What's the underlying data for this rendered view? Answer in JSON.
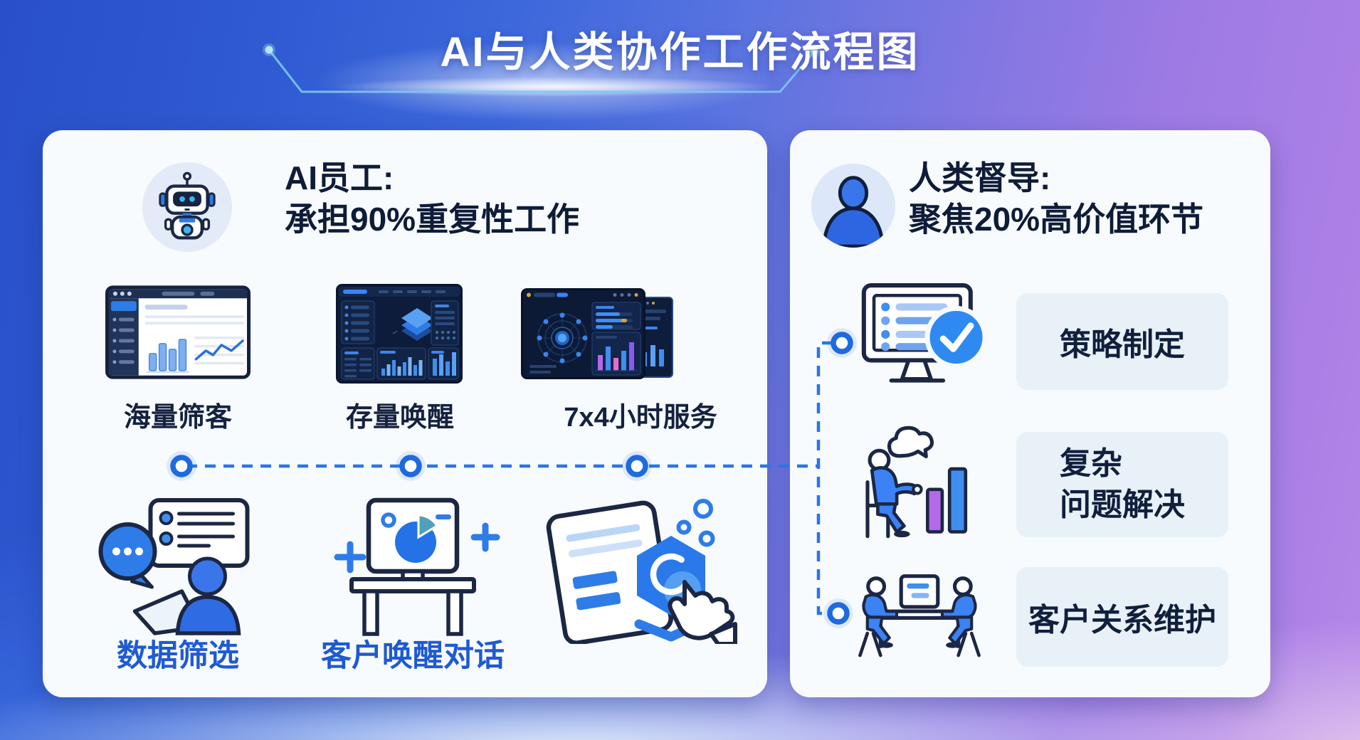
{
  "title": "AI与人类协作工作流程图",
  "left_card": {
    "header": {
      "icon": "robot-icon",
      "title": "AI员工:",
      "subtitle": "承担90%重复性工作"
    },
    "dashboards": [
      {
        "icon": "light-crm-dashboard-screenshot",
        "label": "海量筛客"
      },
      {
        "icon": "dark-stack-dashboard-screenshot",
        "label": "存量唤醒"
      },
      {
        "icon": "dark-network-dashboard-screenshot",
        "label": "7x4小时服务"
      }
    ],
    "tasks": [
      {
        "icon": "chat-bubble-data-review-illustration",
        "label": "数据筛选"
      },
      {
        "icon": "monitor-pie-chart-desk-illustration",
        "label": "客户唤醒对话"
      },
      {
        "icon": "finger-touch-hexagon-illustration",
        "label": ""
      }
    ]
  },
  "right_card": {
    "header": {
      "icon": "supervisor-person-icon",
      "title": "人类督导:",
      "subtitle": "聚焦20%高价值环节"
    },
    "duties": [
      {
        "icon": "checklist-monitor-check-illustration",
        "label": "策略制定"
      },
      {
        "icon": "thinking-person-bar-chart-illustration",
        "label": "复杂\n问题解决"
      },
      {
        "icon": "two-people-meeting-illustration",
        "label": "客户关系维护"
      }
    ]
  },
  "colors": {
    "accent_blue": "#2e7ce8",
    "connector_blue": "#2b74e6",
    "task_label_blue": "#1e5ad2",
    "heading_dark": "#101f3c",
    "card_background": "#f8fbfe",
    "duty_box_background": "#e8f1f8",
    "background_blue": "#2f5ad2",
    "background_purple": "#ab80e6",
    "bar_purple": "#b36ae8",
    "bar_blue": "#3f8ef0",
    "deco_line_blue": "#7ec8f6"
  }
}
